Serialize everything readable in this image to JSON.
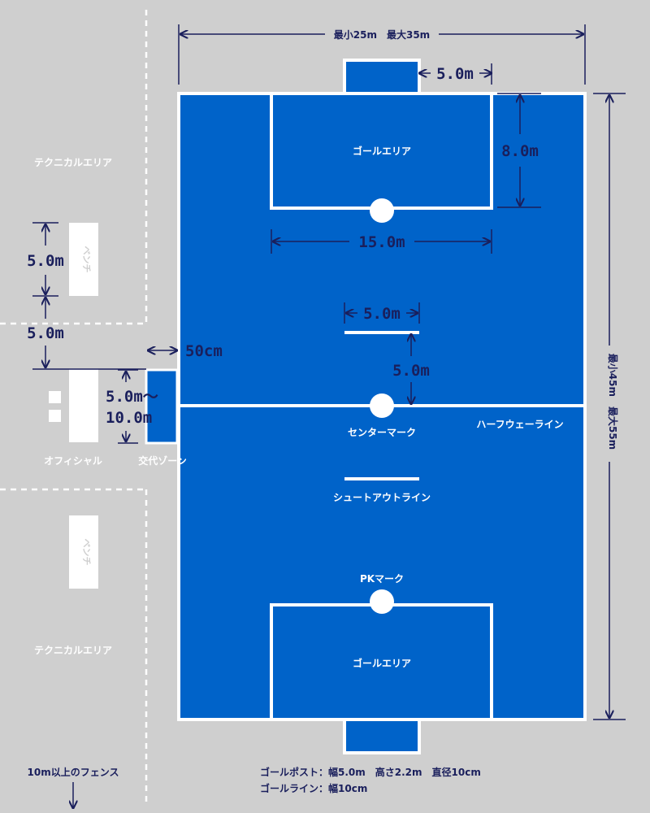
{
  "colors": {
    "background": "#cfcfcf",
    "court": "#0063c9",
    "line": "#ffffff",
    "dimension": "#1a1f5c",
    "label_dark": "#1a1f5c"
  },
  "labels": {
    "width_range": "最小25m　最大35m",
    "length_range": "最小45m　最大55m",
    "goal_width_top": "5.0m",
    "goal_area_depth": "8.0m",
    "goal_area_width": "15.0m",
    "shootout_width": "5.0m",
    "shootout_distance": "5.0m",
    "goal_area_top": "ゴールエリア",
    "goal_area_bottom": "ゴールエリア",
    "center_mark": "センターマーク",
    "halfway_line": "ハーフウェーライン",
    "shootout_line": "シュートアウトライン",
    "pk_mark": "PKマーク",
    "technical_area_top": "テクニカルエリア",
    "technical_area_bottom": "テクニカルエリア",
    "bench_top": "ベンチ",
    "bench_bottom": "ベンチ",
    "official": "オフィシャル",
    "sub_zone": "交代ゾーン",
    "bench_length": "5.0m",
    "official_gap": "5.0m",
    "sub_offset": "50cm",
    "sub_length_1": "5.0m～",
    "sub_length_2": "10.0m",
    "fence": "10m以上のフェンス",
    "goal_post": "ゴールポスト：幅5.0m　高さ2.2m　直径10cm",
    "goal_line": "ゴールライン：幅10cm"
  }
}
